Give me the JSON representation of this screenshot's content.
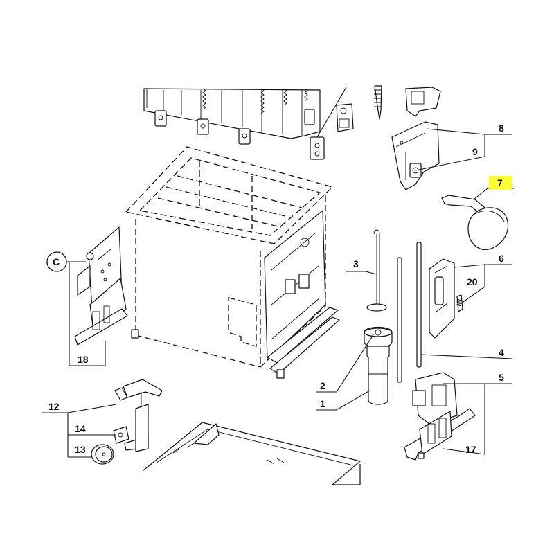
{
  "diagram": {
    "highlight_color": "#ffff33",
    "callouts": {
      "c1": "1",
      "c2": "2",
      "c3": "3",
      "c4": "4",
      "c5": "5",
      "c6": "6",
      "c7": "7",
      "c8": "8",
      "c9": "9",
      "c12": "12",
      "c13": "13",
      "c14": "14",
      "c17": "17",
      "c18": "18",
      "c20": "20",
      "cC": "C"
    }
  }
}
